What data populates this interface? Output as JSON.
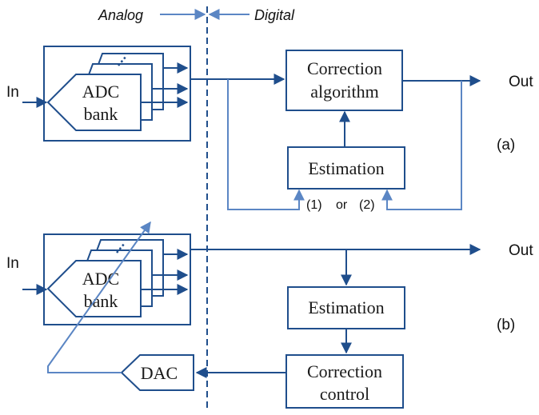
{
  "domains": {
    "analog": "Analog",
    "digital": "Digital"
  },
  "a": {
    "input": "In",
    "adc_line1": "ADC",
    "adc_line2": "bank",
    "correction_line1": "Correction",
    "correction_line2": "algorithm",
    "estimation": "Estimation",
    "output": "Out",
    "option1": "(1)",
    "or": "or",
    "option2": "(2)",
    "label": "(a)"
  },
  "b": {
    "input": "In",
    "adc_line1": "ADC",
    "adc_line2": "bank",
    "estimation": "Estimation",
    "correction_line1": "Correction",
    "correction_line2": "control",
    "dac": "DAC",
    "output": "Out",
    "label": "(b)"
  },
  "colors": {
    "primary": "#1f4e8c",
    "secondary": "#5b86c4",
    "text": "#111111"
  }
}
